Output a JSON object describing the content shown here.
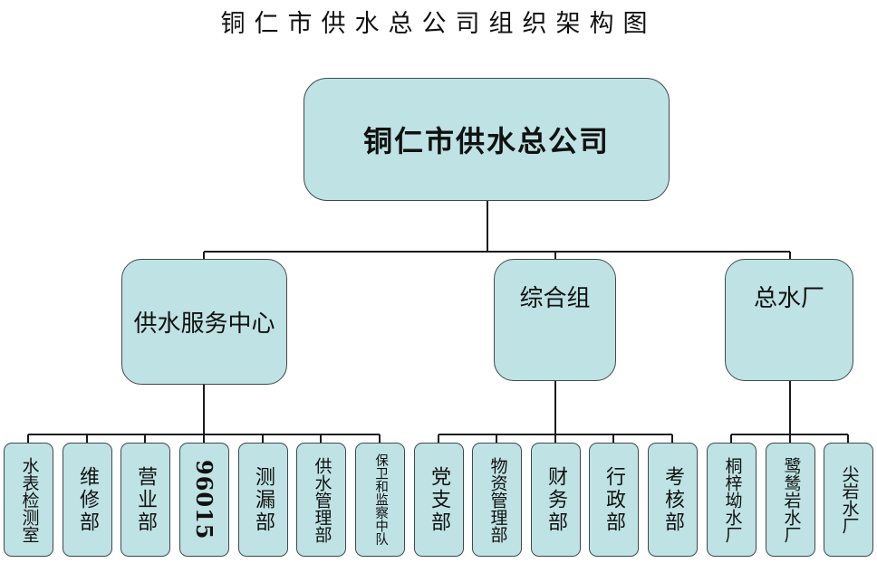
{
  "title": "铜仁市供水总公司组织架构图",
  "root": {
    "label": "铜仁市供水总公司"
  },
  "departments": [
    {
      "label": "供水服务中心",
      "units": [
        "水表检测室",
        "维修部",
        "营业部",
        "96015",
        "测漏部",
        "供水管理部",
        "保卫和监察中队"
      ]
    },
    {
      "label": "综合组",
      "units": [
        "党支部",
        "物资管理部",
        "财务部",
        "行政部",
        "考核部"
      ]
    },
    {
      "label": "总水厂",
      "units": [
        "桐梓坳水厂",
        "鹭鸶岩水厂",
        "尖岩水厂"
      ]
    }
  ],
  "colors": {
    "box_fill": "#bfe2e4",
    "box_border": "#3f4a4c",
    "connector": "#1a1a1a"
  }
}
